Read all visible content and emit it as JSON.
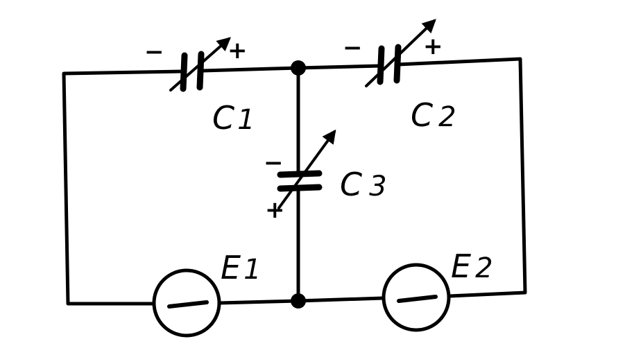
{
  "capacitors": {
    "c1": {
      "letter": "C",
      "index": "1",
      "neg_sign": "−",
      "pos_sign": "+"
    },
    "c2": {
      "letter": "C",
      "index": "2",
      "neg_sign": "−",
      "pos_sign": "+"
    },
    "c3": {
      "letter": "C",
      "index": "3",
      "neg_sign": "−",
      "pos_sign": "+"
    }
  },
  "sources": {
    "e1": {
      "letter": "E",
      "index": "1"
    },
    "e2": {
      "letter": "E",
      "index": "2"
    }
  },
  "colors": {
    "ink": "#000000",
    "paper": "#ffffff"
  }
}
